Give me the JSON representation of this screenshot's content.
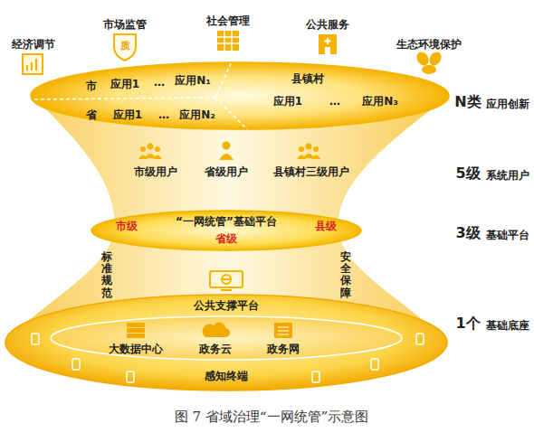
{
  "diagram": {
    "caption": "图 7 省域治理“一网统管”示意图",
    "nodes": [
      {
        "text": [
          "市",
          "应用1",
          "…",
          "应用N₁",
          "县镇村",
          "应用1",
          "…",
          "应用N₃",
          "省",
          "应用1",
          "…",
          "应用N₂"
        ]
      },
      {
        "text": [
          "市级",
          "“一网统管”基础平台",
          "县级",
          "省级"
        ]
      },
      {
        "text": [
          "公共支撑平台",
          "感知终端"
        ]
      },
      {
        "text": [
          "大数据中心",
          "政务云",
          "政务网"
        ],
        "in": 2
      }
    ],
    "labels": [
      "经济调节",
      "市场监管",
      "质",
      "社会管理",
      "公共服务",
      "生态环境保护",
      "N类",
      "应用创新",
      "市级用户",
      "省级用户",
      "县镇村三级用户",
      "5级",
      "系统用户",
      "3级",
      "基础平台",
      "标准规范",
      "安全保障",
      "1个",
      "基础底座"
    ]
  }
}
